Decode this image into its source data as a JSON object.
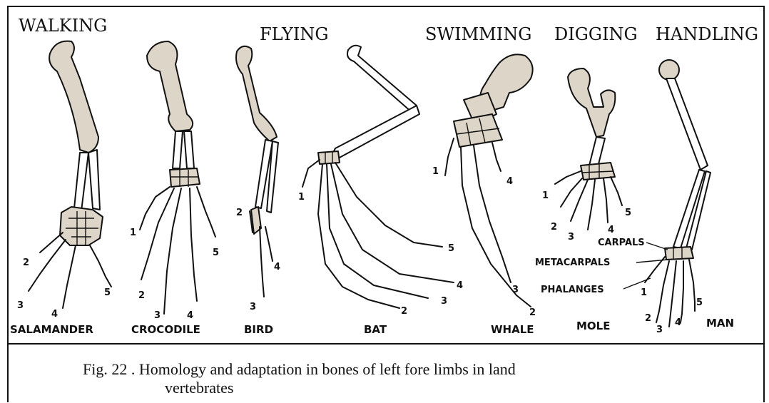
{
  "headings": {
    "walking": "WALKING",
    "flying": "FLYING",
    "swimming": "SWIMMING",
    "digging": "DIGGING",
    "handling": "HANDLING"
  },
  "animals": {
    "salamander": "SALAMANDER",
    "crocodile": "CROCODILE",
    "bird": "BIRD",
    "bat": "BAT",
    "whale": "WHALE",
    "mole": "MOLE",
    "man": "MAN"
  },
  "parts": {
    "carpals": "CARPALS",
    "metacarpals": "METACARPALS",
    "phalanges": "PHALANGES"
  },
  "digits": {
    "salamander": [
      "2",
      "3",
      "4",
      "5"
    ],
    "crocodile": [
      "1",
      "2",
      "3",
      "4",
      "5"
    ],
    "bird": [
      "2",
      "3",
      "4"
    ],
    "bat": [
      "1",
      "2",
      "3",
      "4",
      "5"
    ],
    "whale": [
      "1",
      "2",
      "3",
      "4"
    ],
    "mole": [
      "1",
      "2",
      "3",
      "4",
      "5"
    ],
    "man": [
      "1",
      "2",
      "3",
      "4",
      "5"
    ]
  },
  "caption": {
    "line1": "Fig. 22 . Homology and adaptation in bones of left fore limbs in land",
    "line2": "vertebrates"
  }
}
